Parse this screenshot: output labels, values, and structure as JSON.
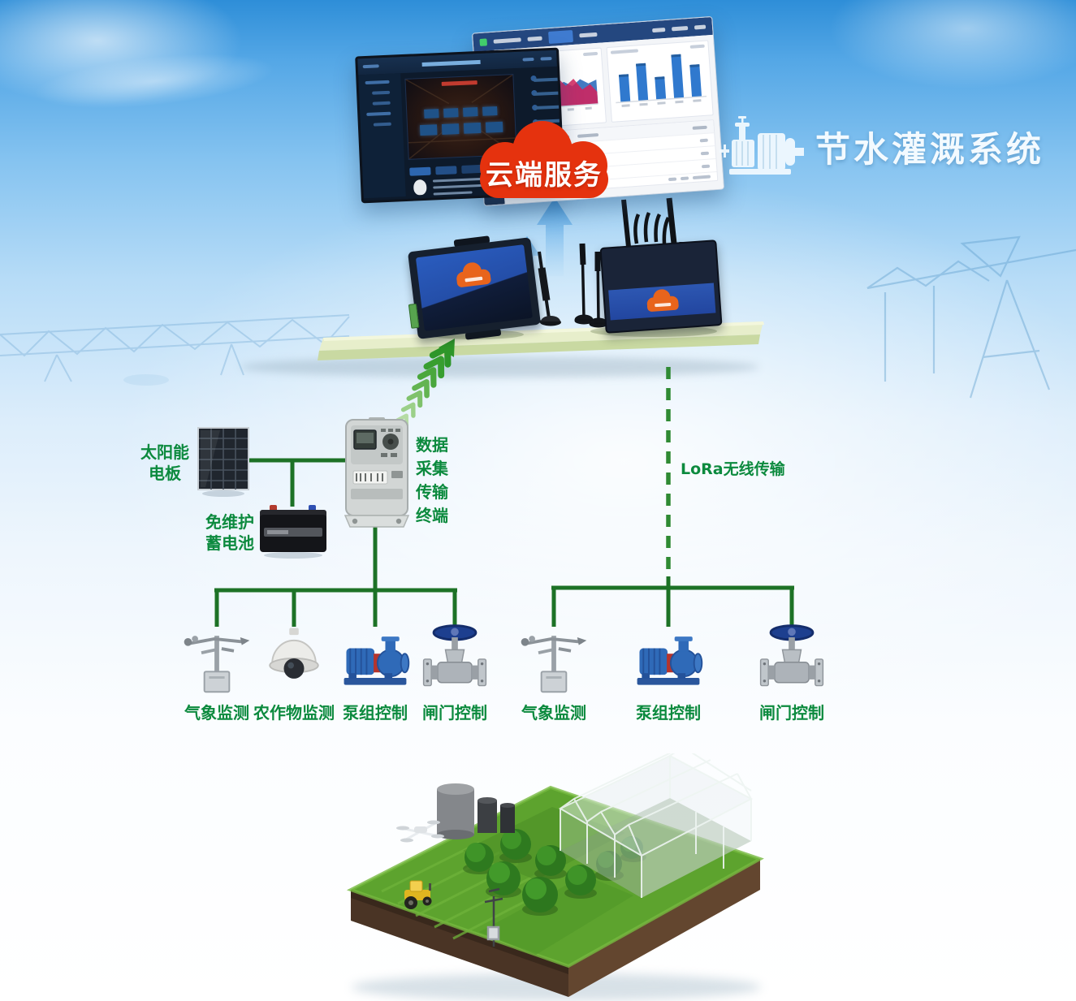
{
  "header": {
    "system_title": "节水灌溉系统",
    "cloud_service_label": "云端服务"
  },
  "power_chain": {
    "solar_label_lines": [
      "太阳能",
      "电板"
    ],
    "battery_label_lines": [
      "免维护",
      "蓄电池"
    ],
    "terminal_label_lines": [
      "数据",
      "采集",
      "传输",
      "终端"
    ]
  },
  "transmission": {
    "lora_label": "LoRa无线传输"
  },
  "field_devices": {
    "left_group": [
      {
        "label": "气象监测",
        "icon": "weather-station-icon"
      },
      {
        "label": "农作物监测",
        "icon": "dome-camera-icon"
      },
      {
        "label": "泵组控制",
        "icon": "pump-icon"
      },
      {
        "label": "闸门控制",
        "icon": "valve-icon"
      }
    ],
    "right_group": [
      {
        "label": "气象监测",
        "icon": "weather-station-icon"
      },
      {
        "label": "泵组控制",
        "icon": "pump-icon"
      },
      {
        "label": "闸门控制",
        "icon": "valve-icon"
      }
    ]
  },
  "colors": {
    "line-green": "#1d7226",
    "dash-green": "#2f8a33",
    "label-green": "#0c8a3e",
    "cloud-red": "#e5320e",
    "arrow-blue": "#3e97de",
    "chevron-green": "#2e9629",
    "platform-top": "#e7eecb",
    "platform-front": "#c9d9a2",
    "sky-top": "#2e8ed8"
  }
}
